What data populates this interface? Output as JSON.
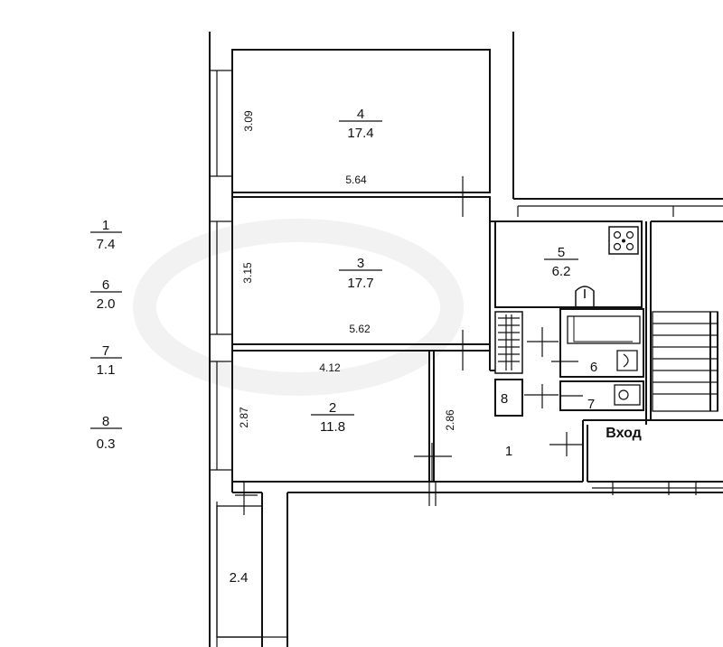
{
  "legend": [
    {
      "room": "1",
      "area": "7.4"
    },
    {
      "room": "6",
      "area": "2.0"
    },
    {
      "room": "7",
      "area": "1.1"
    },
    {
      "room": "8",
      "area": "0.3"
    }
  ],
  "rooms": {
    "r4": {
      "num": "4",
      "area": "17.4"
    },
    "r3": {
      "num": "3",
      "area": "17.7"
    },
    "r2": {
      "num": "2",
      "area": "11.8"
    },
    "r5": {
      "num": "5",
      "area": "6.2"
    },
    "r1": {
      "num": "1"
    },
    "r6": {
      "num": "6"
    },
    "r7": {
      "num": "7"
    },
    "r8": {
      "num": "8"
    },
    "balcony": {
      "area": "2.4"
    }
  },
  "dims": {
    "r4_height": "3.09",
    "r4_width": "5.64",
    "r3_height": "3.15",
    "r3_width": "5.62",
    "r2_width": "4.12",
    "r2_height": "2.87",
    "r1_height": "2.86"
  },
  "entry_label": "Вход",
  "colors": {
    "line": "#111111",
    "background": "#ffffff"
  }
}
